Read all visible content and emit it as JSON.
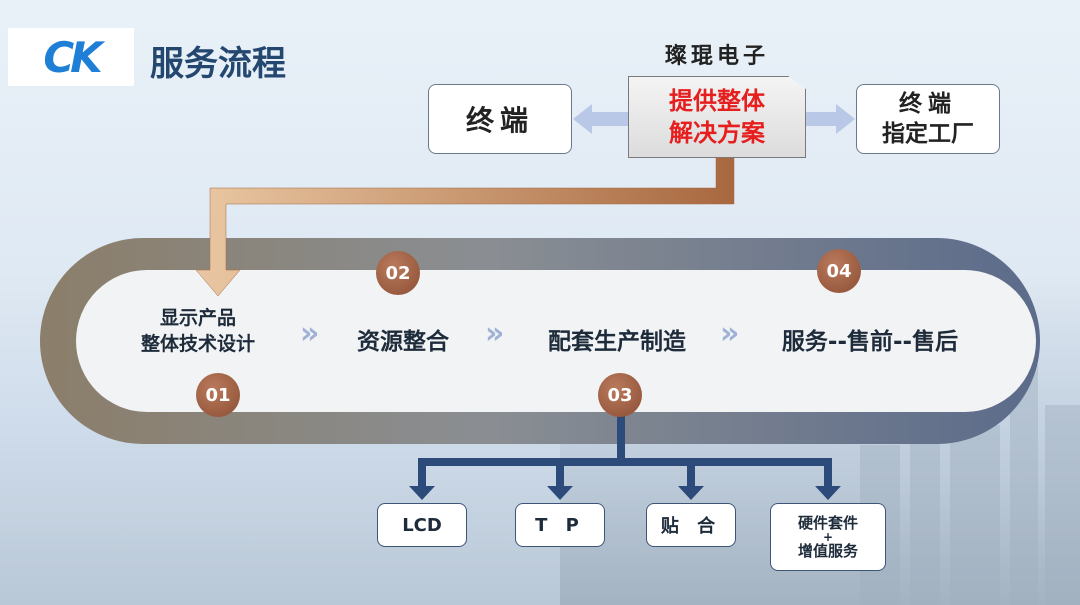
{
  "header": {
    "logo_text": "CK",
    "title": "服务流程",
    "company": "璨琨电子"
  },
  "top_flow": {
    "left_box": "终端",
    "center_box": [
      "提供整体",
      "解决方案"
    ],
    "right_box": [
      "终端",
      "指定工厂"
    ]
  },
  "process": {
    "stages": [
      {
        "number": "01",
        "label": [
          "显示产品",
          "整体技术设计"
        ]
      },
      {
        "number": "02",
        "label": "资源整合"
      },
      {
        "number": "03",
        "label": "配套生产制造"
      },
      {
        "number": "04",
        "label": "服务--售前--售后"
      }
    ],
    "chevron": "»"
  },
  "manufacturing_outputs": [
    "LCD",
    "T P",
    "贴 合",
    [
      "硬件套件",
      "+",
      "增值服务"
    ]
  ],
  "colors": {
    "title": "#24476f",
    "highlight_text": "#e61e1e",
    "logo_blue": "#1f7fd6",
    "number_badge": "#9a5a3e",
    "connector_navy": "#2c4a7a",
    "arrow_lightblue": "#b8c8e6"
  }
}
